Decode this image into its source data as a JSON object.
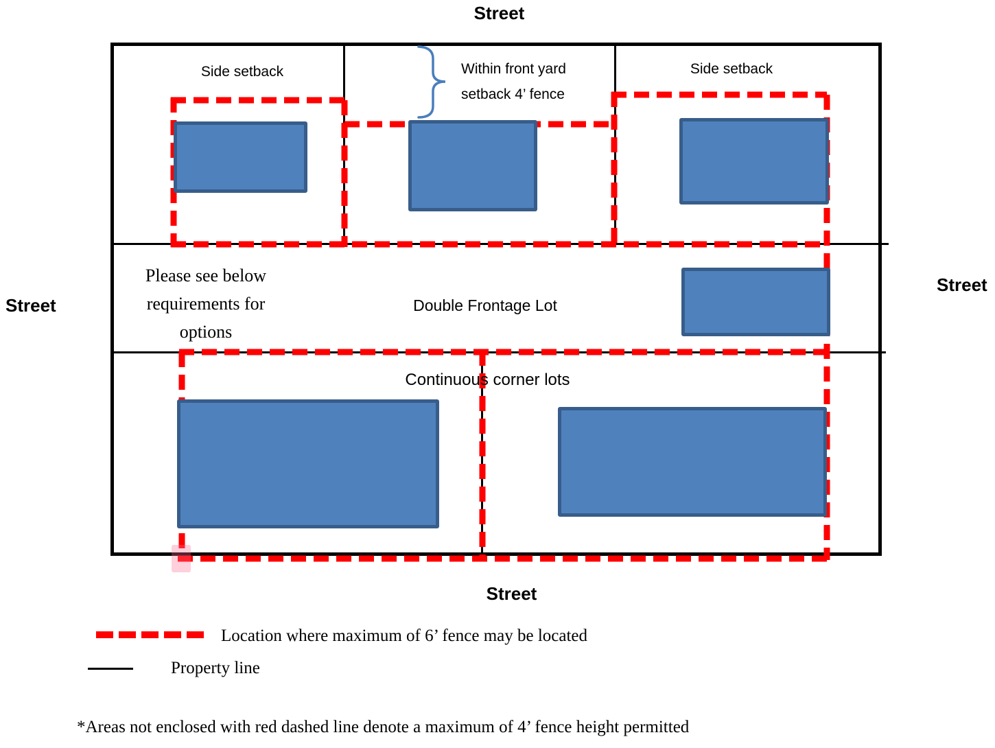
{
  "streets": {
    "top": "Street",
    "left": "Street",
    "right": "Street",
    "bottom": "Street"
  },
  "lots": {
    "side_setback_left": "Side setback",
    "front_yard_line1": "Within front yard",
    "front_yard_line2": "setback 4’ fence",
    "side_setback_right": "Side setback",
    "double_frontage": "Double Frontage Lot",
    "note_line1": "Please see below",
    "note_line2": "requirements for",
    "note_line3": "options",
    "continuous_corner": "Continuous corner lots"
  },
  "legend": {
    "max_fence_label": "Location where maximum of 6’ fence may be located",
    "property_line_label": "Property line"
  },
  "footnote": "*Areas not enclosed with red dashed line denote a maximum of 4’ fence height permitted",
  "colors": {
    "fence_red": "#ff0000",
    "building_fill": "#4f81bd",
    "building_border": "#385d8a",
    "brace_blue": "#4a7ebb",
    "line_black": "#000000"
  }
}
